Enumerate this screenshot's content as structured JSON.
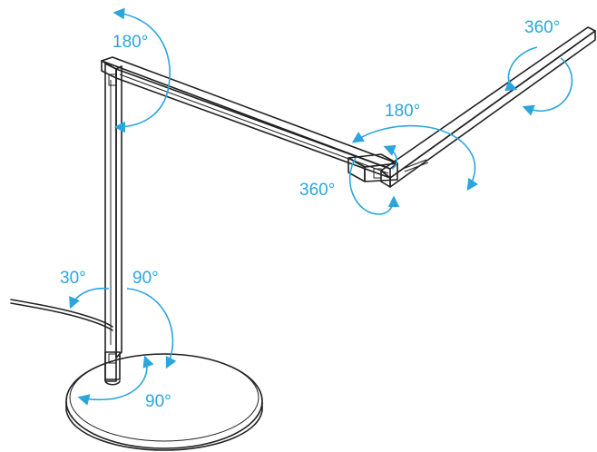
{
  "colors": {
    "accent": "#2aa6dc",
    "line": "#222222",
    "background": "#ffffff"
  },
  "labels": {
    "upper_hinge": "180°",
    "elbow_rotation": "180°",
    "arm_swivel": "360°",
    "head_swivel": "360°",
    "base_tilt": "30°",
    "column_tilt": "90°",
    "base_rotation": "90°"
  }
}
